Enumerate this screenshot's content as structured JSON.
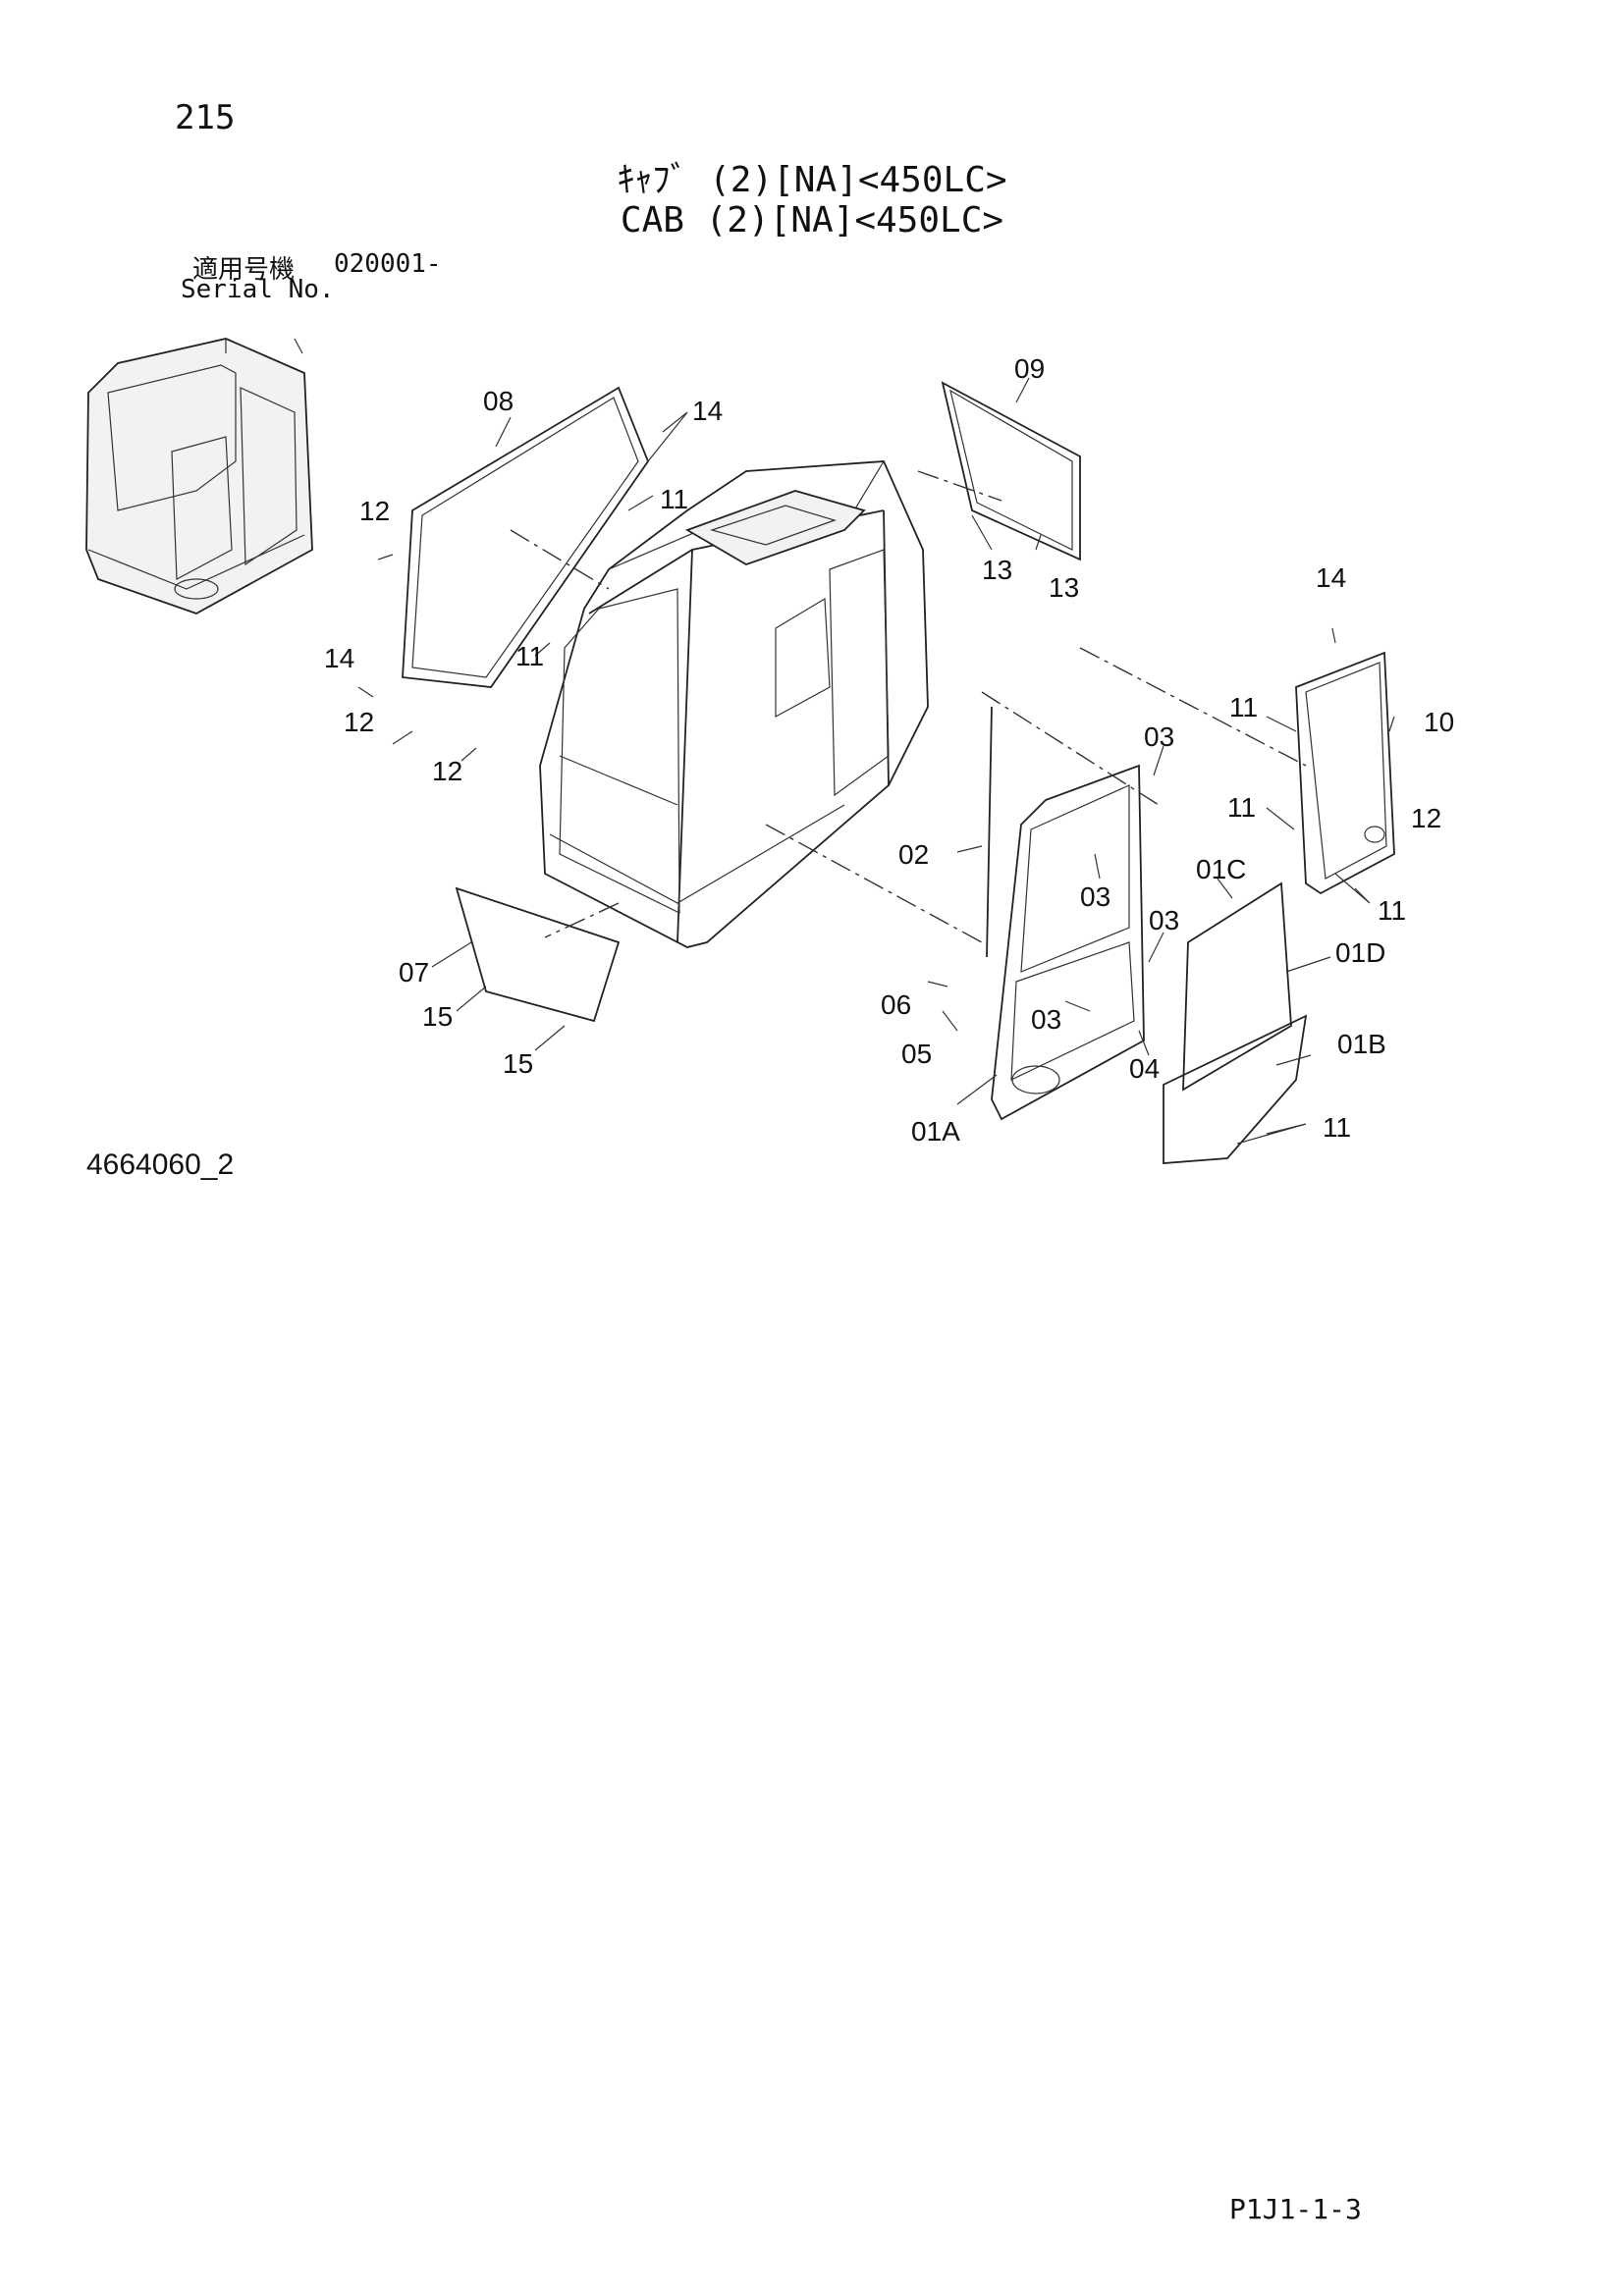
{
  "page_number": "215",
  "title_jp": "ｷｬﾌﾞ (2)[NA]<450LC>",
  "title_en": "CAB (2)[NA]<450LC>",
  "serial_label_jp": "適用号機",
  "serial_value": "020001-",
  "serial_label_en": "Serial No.",
  "drawing_number": "4664060_2",
  "page_ref": "P1J1-1-3",
  "part_labels": [
    {
      "id": "p08",
      "text": "08"
    },
    {
      "id": "p14a",
      "text": "14"
    },
    {
      "id": "p11a",
      "text": "11"
    },
    {
      "id": "p12a",
      "text": "12"
    },
    {
      "id": "p11b",
      "text": "11"
    },
    {
      "id": "p14b",
      "text": "14"
    },
    {
      "id": "p12b",
      "text": "12"
    },
    {
      "id": "p12c",
      "text": "12"
    },
    {
      "id": "p09",
      "text": "09"
    },
    {
      "id": "p13a",
      "text": "13"
    },
    {
      "id": "p13b",
      "text": "13"
    },
    {
      "id": "p14c",
      "text": "14"
    },
    {
      "id": "p11c",
      "text": "11"
    },
    {
      "id": "p10",
      "text": "10"
    },
    {
      "id": "p12d",
      "text": "12"
    },
    {
      "id": "p11d",
      "text": "11"
    },
    {
      "id": "p11e",
      "text": "11"
    },
    {
      "id": "p03a",
      "text": "03"
    },
    {
      "id": "p02",
      "text": "02"
    },
    {
      "id": "p03b",
      "text": "03"
    },
    {
      "id": "p03c",
      "text": "03"
    },
    {
      "id": "p01C",
      "text": "01C"
    },
    {
      "id": "p01D",
      "text": "01D"
    },
    {
      "id": "p03d",
      "text": "03"
    },
    {
      "id": "p06",
      "text": "06"
    },
    {
      "id": "p05",
      "text": "05"
    },
    {
      "id": "p04",
      "text": "04"
    },
    {
      "id": "p01B",
      "text": "01B"
    },
    {
      "id": "p01A",
      "text": "01A"
    },
    {
      "id": "p11f",
      "text": "11"
    },
    {
      "id": "p07",
      "text": "07"
    },
    {
      "id": "p15a",
      "text": "15"
    },
    {
      "id": "p15b",
      "text": "15"
    }
  ]
}
